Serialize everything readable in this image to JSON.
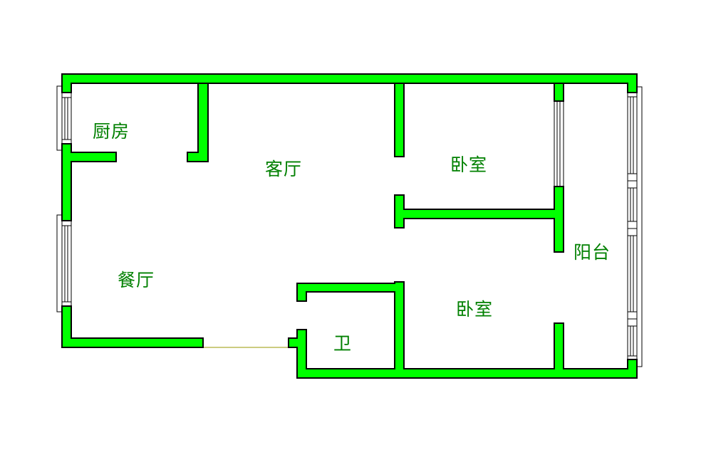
{
  "colors": {
    "wall": "#00ff00",
    "outline": "#000000",
    "label": "#008000",
    "opening": "#9a9a00"
  },
  "rooms": {
    "kitchen": "厨房",
    "living_room": "客厅",
    "bedroom_north": "卧室",
    "balcony": "阳台",
    "dining_room": "餐厅",
    "bedroom_south": "卧室",
    "bathroom": "卫"
  }
}
